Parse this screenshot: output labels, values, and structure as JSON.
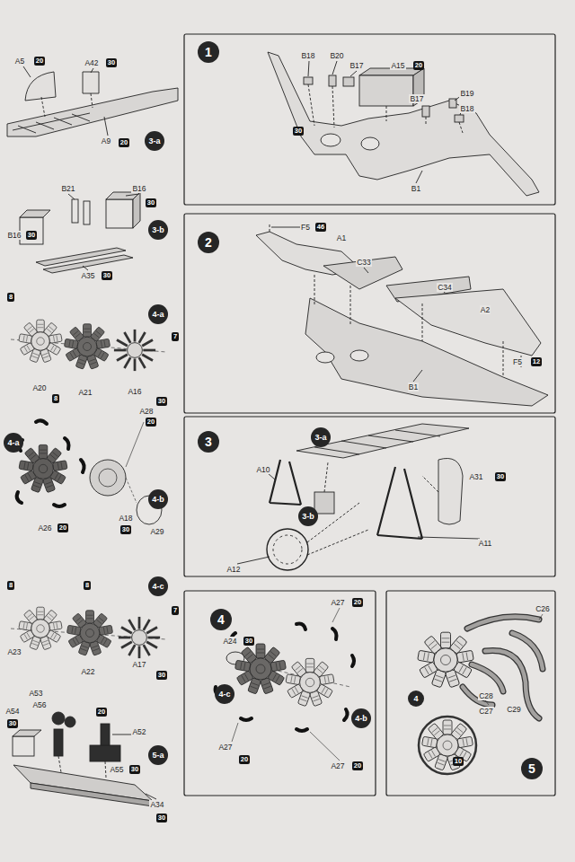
{
  "diagram": {
    "nodes": [
      {
        "text": [
          "3-a"
        ]
      },
      {
        "text": [
          "3-b"
        ]
      },
      {
        "text": [
          "4-a"
        ]
      },
      {
        "text": [
          "4-a"
        ]
      },
      {
        "text": [
          "4-b"
        ]
      },
      {
        "text": [
          "4-c"
        ]
      },
      {
        "text": [
          "5-a"
        ]
      },
      {
        "text": [
          "1"
        ]
      },
      {
        "text": [
          "2"
        ]
      },
      {
        "text": [
          "3"
        ]
      },
      {
        "text": [
          "3-a"
        ]
      },
      {
        "text": [
          "3-b"
        ]
      },
      {
        "text": [
          "4"
        ]
      },
      {
        "text": [
          "4-c"
        ]
      },
      {
        "text": [
          "4-b"
        ]
      },
      {
        "text": [
          "4"
        ]
      },
      {
        "text": [
          "5"
        ]
      }
    ],
    "labels": [
      "A5",
      "20",
      "A42",
      "30",
      "A9",
      "20",
      "B21",
      "B16",
      "30",
      "B16",
      "30",
      "A35",
      "30",
      "8",
      "7",
      "A20",
      "8",
      "A21",
      "A16",
      "30",
      "A28",
      "20",
      "A26",
      "20",
      "A18",
      "30",
      "A29",
      "8",
      "8",
      "7",
      "A23",
      "A22",
      "A17",
      "30",
      "A54",
      "30",
      "A53",
      "A56",
      "20",
      "A52",
      "A55",
      "30",
      "A34",
      "30",
      "B18",
      "B20",
      "B17",
      "A15",
      "20",
      "B17",
      "B19",
      "B18",
      "30",
      "B1",
      "F5",
      "46",
      "A1",
      "C33",
      "C34",
      "A2",
      "F5",
      "12",
      "B1",
      "A10",
      "A31",
      "30",
      "A12",
      "A11",
      "A24",
      "30",
      "A27",
      "20",
      "A27",
      "20",
      "A27",
      "20",
      "C26",
      "C28",
      "C27",
      "C29",
      "10"
    ]
  }
}
